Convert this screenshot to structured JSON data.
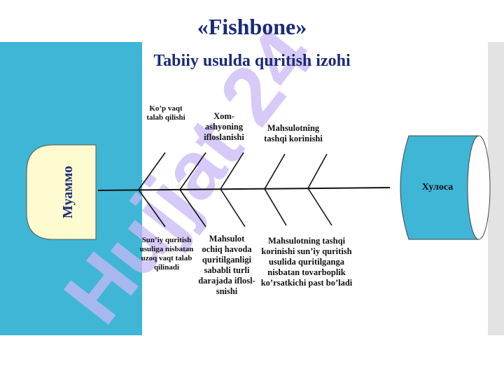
{
  "title": "«Fishbone»",
  "subtitle": "Tabiiy usulda quritish izohi",
  "head": "Муаммо",
  "conclusion": "Хулоса",
  "watermark": "Hujjat 24",
  "causes_top": [
    "Ko’p vaqt talab qilishi",
    "Xom-ashyoning ifloslanishi",
    "Mahsulotning tashqi korinishi"
  ],
  "causes_bottom": [
    "Sun’iy quritish usuliga nisbatan uzoq vaqt talab qilinadi",
    "Mahsulot ochiq havoda quritilganligi sababli turli darajada iflosl­snishi",
    "Mahsulotning tashqi korinishi sun’iy quritish usulida quritilganga nisbatan tovarboplik ko’rsatkichi past bo’ladi"
  ],
  "colors": {
    "band": "#3fb6d6",
    "head_fill": "#fffbd0",
    "title": "#1a2a7a",
    "watermark": "#c9b8f5"
  }
}
